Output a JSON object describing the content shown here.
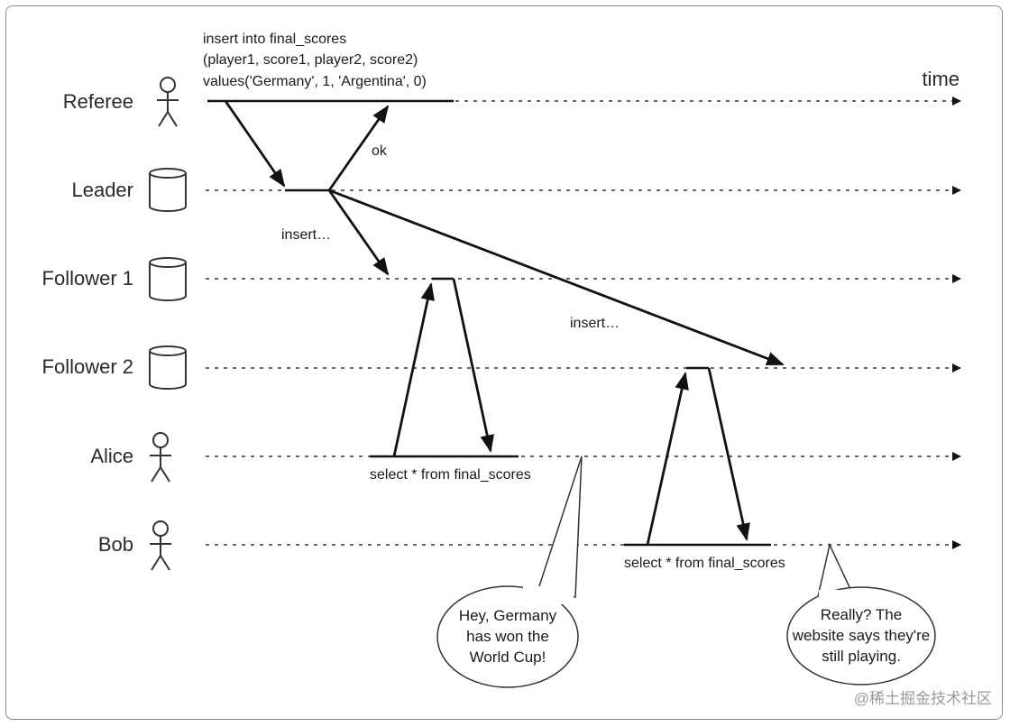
{
  "lanes": [
    {
      "label": "Referee",
      "icon": "person-icon"
    },
    {
      "label": "Leader",
      "icon": "database-icon"
    },
    {
      "label": "Follower 1",
      "icon": "database-icon"
    },
    {
      "label": "Follower 2",
      "icon": "database-icon"
    },
    {
      "label": "Alice",
      "icon": "person-icon"
    },
    {
      "label": "Bob",
      "icon": "person-icon"
    }
  ],
  "time_label": "time",
  "referee_query": [
    "insert into final_scores",
    "(player1, score1, player2, score2)",
    "values('Germany', 1, 'Argentina', 0)"
  ],
  "ok_label": "ok",
  "insert_label_1": "insert…",
  "insert_label_2": "insert…",
  "alice_query": "select * from final_scores",
  "bob_query": "select * from final_scores",
  "alice_bubble": [
    "Hey, Germany",
    "has won the",
    "World Cup!"
  ],
  "bob_bubble": [
    "Really? The",
    "website says they're",
    "still playing."
  ],
  "watermark": "@稀土掘金技术社区"
}
